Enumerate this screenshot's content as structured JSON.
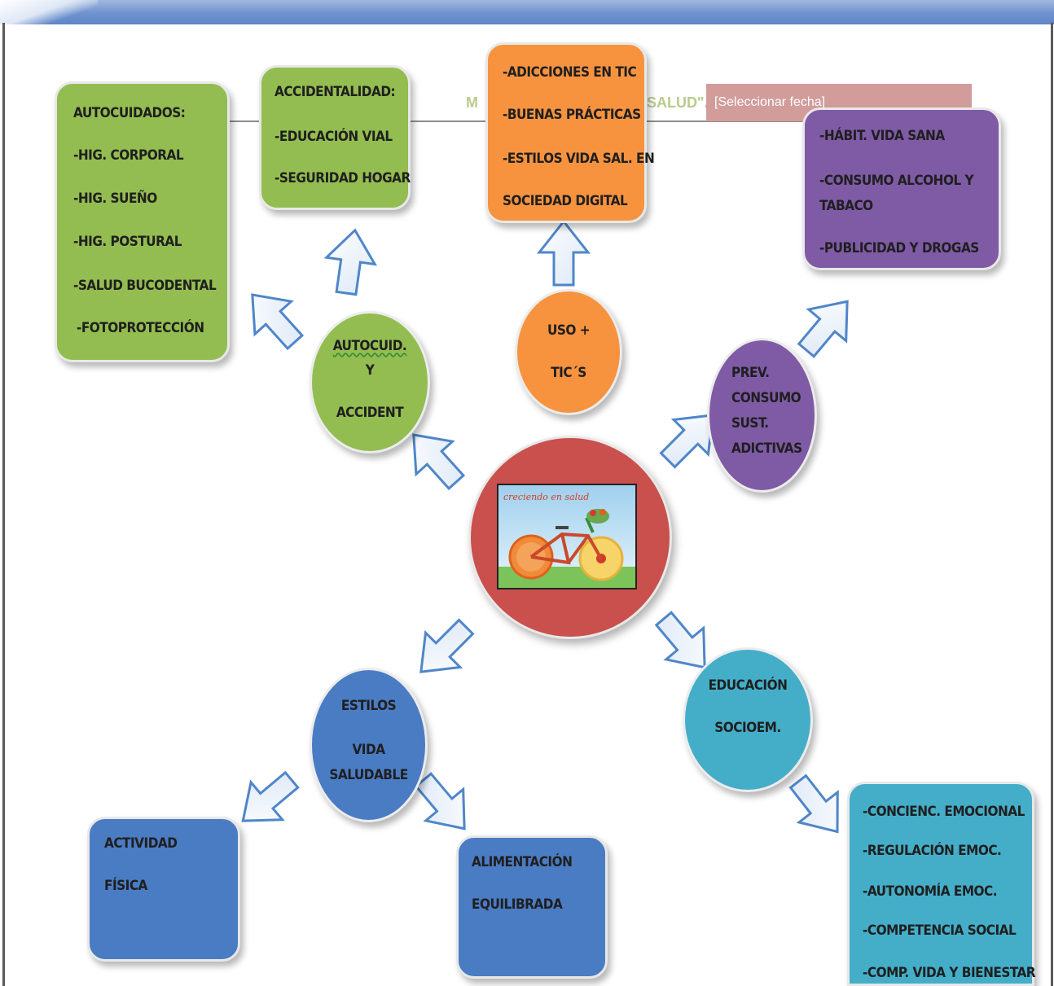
{
  "header": {
    "title_left": "M",
    "title_right": "SALUD\".",
    "date_placeholder": "[Seleccionar fecha]"
  },
  "center": {
    "image_caption": "creciendo en salud"
  },
  "nodes": {
    "autocuid": {
      "lines": [
        "AUTOCUID.",
        "Y",
        "ACCIDENT"
      ]
    },
    "uso_tics": {
      "lines": [
        "USO +",
        "TIC´S"
      ]
    },
    "prev": {
      "lines": [
        "PREV.",
        "CONSUMO",
        "SUST.",
        "ADICTIVAS"
      ]
    },
    "estilos": {
      "lines": [
        "ESTILOS",
        "VIDA",
        "SALUDABLE"
      ]
    },
    "educacion": {
      "lines": [
        "EDUCACIÓN",
        "SOCIOEM."
      ]
    }
  },
  "boxes": {
    "autocuidados": {
      "lines": [
        "AUTOCUIDADOS:",
        "-HIG. CORPORAL",
        "-HIG. SUEÑO",
        "-HIG. POSTURAL",
        "-SALUD BUCODENTAL",
        "-FOTOPROTECCIÓN"
      ]
    },
    "accidentalidad": {
      "lines": [
        "ACCIDENTALIDAD:",
        "-EDUCACIÓN VIAL",
        "-SEGURIDAD HOGAR"
      ]
    },
    "tic": {
      "lines": [
        "-ADICCIONES EN TIC",
        "-BUENAS PRÁCTICAS",
        "-ESTILOS VIDA SAL. EN",
        "SOCIEDAD DIGITAL"
      ]
    },
    "habitos": {
      "lines": [
        "-HÁBIT. VIDA SANA",
        "-CONSUMO ALCOHOL Y",
        "TABACO",
        "-PUBLICIDAD Y DROGAS"
      ]
    },
    "actividad": {
      "lines": [
        "ACTIVIDAD",
        "FÍSICA"
      ]
    },
    "alimentacion": {
      "lines": [
        "ALIMENTACIÓN",
        "EQUILIBRADA"
      ]
    },
    "emocional": {
      "lines": [
        "-CONCIENC. EMOCIONAL",
        "-REGULACIÓN EMOC.",
        "-AUTONOMÍA  EMOC.",
        "-COMPETENCIA SOCIAL",
        "-COMP. VIDA Y BIENESTAR"
      ]
    }
  },
  "colors": {
    "green": "#93bd50",
    "orange": "#f7933f",
    "purple": "#7f5ba6",
    "blue": "#4a7cc4",
    "teal": "#44aec9",
    "center": "#c9504c",
    "arrow_stroke": "#4f86c9"
  }
}
